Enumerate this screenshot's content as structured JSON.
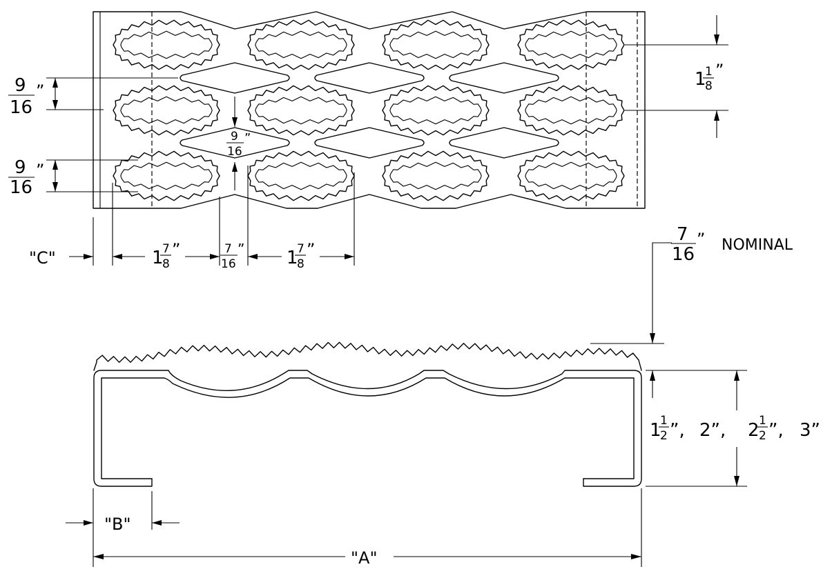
{
  "top_view": {
    "pitch_horizontal": {
      "whole": "",
      "num": "1",
      "den": "8",
      "lead": "1",
      "suffix": "”"
    },
    "opening_height_left_upper": {
      "num": "9",
      "den": "16",
      "suffix": "”"
    },
    "opening_height_left_lower": {
      "num": "9",
      "den": "16",
      "suffix": "”"
    },
    "diamond_center": {
      "num": "9",
      "den": "16",
      "suffix": "”"
    },
    "c_label": "\"C\"",
    "dim_1_7_8_left": {
      "lead": "1",
      "num": "7",
      "den": "8",
      "suffix": "”"
    },
    "dim_7_16": {
      "num": "7",
      "den": "16",
      "suffix": "”"
    },
    "dim_1_7_8_right": {
      "lead": "1",
      "num": "7",
      "den": "8",
      "suffix": "”"
    }
  },
  "section_view": {
    "nominal": {
      "num": "7",
      "den": "16",
      "suffix": "”",
      "word": "NOMINAL"
    },
    "heights": {
      "h1": {
        "lead": "1",
        "num": "1",
        "den": "2",
        "suffix": "”,"
      },
      "h2": "2”,",
      "h3": {
        "lead": "2",
        "num": "1",
        "den": "2",
        "suffix": "”,"
      },
      "h4": "3”"
    },
    "b_label": "\"B\"",
    "a_label": "\"A\""
  }
}
